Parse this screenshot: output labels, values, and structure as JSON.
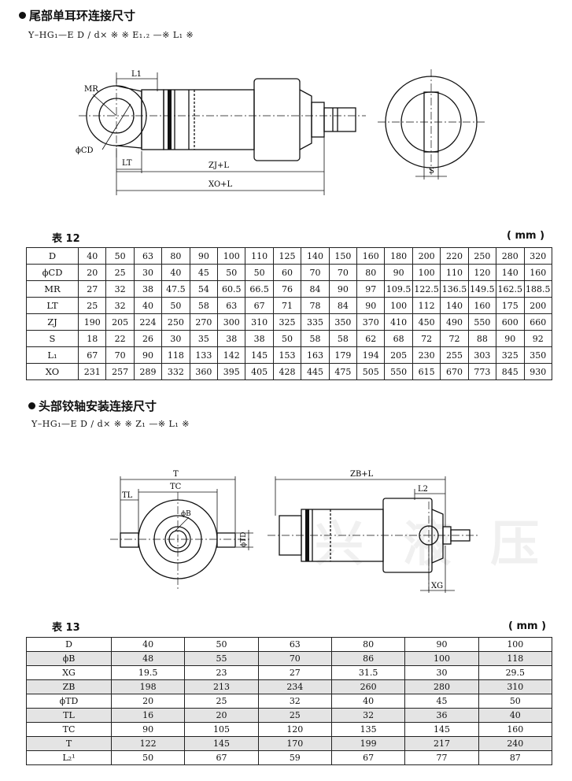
{
  "section1": {
    "heading": "尾部单耳环连接尺寸",
    "model_code": "Y–HG₁—E D / d× ※ ※ E₁.₂ —※ L₁ ※",
    "dims": {
      "L1": "L1",
      "MR": "MR",
      "CD": "ϕCD",
      "LT": "LT",
      "ZJ": "ZJ+L",
      "XO": "XO+L",
      "S": "S"
    }
  },
  "table12": {
    "label": "表 12",
    "unit": "( mm )",
    "rows": [
      {
        "h": "D",
        "v": [
          "40",
          "50",
          "63",
          "80",
          "90",
          "100",
          "110",
          "125",
          "140",
          "150",
          "160",
          "180",
          "200",
          "220",
          "250",
          "280",
          "320"
        ]
      },
      {
        "h": "ϕCD",
        "v": [
          "20",
          "25",
          "30",
          "40",
          "45",
          "50",
          "50",
          "60",
          "70",
          "70",
          "80",
          "90",
          "100",
          "110",
          "120",
          "140",
          "160"
        ]
      },
      {
        "h": "MR",
        "v": [
          "27",
          "32",
          "38",
          "47.5",
          "54",
          "60.5",
          "66.5",
          "76",
          "84",
          "90",
          "97",
          "109.5",
          "122.5",
          "136.5",
          "149.5",
          "162.5",
          "188.5"
        ]
      },
      {
        "h": "LT",
        "v": [
          "25",
          "32",
          "40",
          "50",
          "58",
          "63",
          "67",
          "71",
          "78",
          "84",
          "90",
          "100",
          "112",
          "140",
          "160",
          "175",
          "200"
        ]
      },
      {
        "h": "ZJ",
        "v": [
          "190",
          "205",
          "224",
          "250",
          "270",
          "300",
          "310",
          "325",
          "335",
          "350",
          "370",
          "410",
          "450",
          "490",
          "550",
          "600",
          "660"
        ]
      },
      {
        "h": "S",
        "v": [
          "18",
          "22",
          "26",
          "30",
          "35",
          "38",
          "38",
          "50",
          "58",
          "58",
          "62",
          "68",
          "72",
          "72",
          "88",
          "90",
          "92"
        ]
      },
      {
        "h": "L₁",
        "v": [
          "67",
          "70",
          "90",
          "118",
          "133",
          "142",
          "145",
          "153",
          "163",
          "179",
          "194",
          "205",
          "230",
          "255",
          "303",
          "325",
          "350"
        ]
      },
      {
        "h": "XO",
        "v": [
          "231",
          "257",
          "289",
          "332",
          "360",
          "395",
          "405",
          "428",
          "445",
          "475",
          "505",
          "550",
          "615",
          "670",
          "773",
          "845",
          "930"
        ]
      }
    ]
  },
  "section2": {
    "heading": "头部铰轴安装连接尺寸",
    "model_code": "Y–HG₁—E D / d× ※ ※ Z₁ —※ L₁ ※",
    "dims": {
      "T": "T",
      "TC": "TC",
      "TL": "TL",
      "B": "ϕB",
      "TD": "ϕTD",
      "ZB": "ZB+L",
      "L2": "L2",
      "XG": "XG"
    }
  },
  "table13": {
    "label": "表 13",
    "unit": "( mm )",
    "rows": [
      {
        "h": "D",
        "v": [
          "40",
          "50",
          "63",
          "80",
          "90",
          "100"
        ]
      },
      {
        "h": "ϕB",
        "v": [
          "48",
          "55",
          "70",
          "86",
          "100",
          "118"
        ]
      },
      {
        "h": "XG",
        "v": [
          "19.5",
          "23",
          "27",
          "31.5",
          "30",
          "29.5"
        ]
      },
      {
        "h": "ZB",
        "v": [
          "198",
          "213",
          "234",
          "260",
          "280",
          "310"
        ]
      },
      {
        "h": "ϕTD",
        "v": [
          "20",
          "25",
          "32",
          "40",
          "45",
          "50"
        ]
      },
      {
        "h": "TL",
        "v": [
          "16",
          "20",
          "25",
          "32",
          "36",
          "40"
        ]
      },
      {
        "h": "TC",
        "v": [
          "90",
          "105",
          "120",
          "135",
          "145",
          "160"
        ]
      },
      {
        "h": "T",
        "v": [
          "122",
          "145",
          "170",
          "199",
          "217",
          "240"
        ]
      },
      {
        "h": "L₂¹",
        "v": [
          "50",
          "67",
          "59",
          "67",
          "77",
          "87"
        ]
      }
    ]
  },
  "watermark": "兴 液 压"
}
